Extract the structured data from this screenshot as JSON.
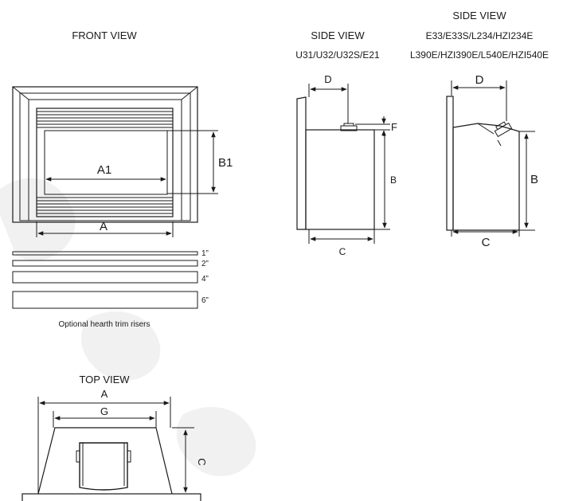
{
  "views": {
    "front": {
      "title": "FRONT VIEW",
      "label_a1": "A1",
      "label_b1": "B1",
      "label_a": "A"
    },
    "side_small": {
      "title": "SIDE VIEW",
      "models": "U31/U32/U32S/E21",
      "label_d": "D",
      "label_f": "F",
      "label_b": "B",
      "label_c": "C"
    },
    "side_large": {
      "title": "SIDE VIEW",
      "models_1": "E33/E33S/L234/HZI234E",
      "models_2": "L390E/HZI390E/L540E/HZI540E",
      "label_d": "D",
      "label_b": "B",
      "label_c": "C"
    },
    "top": {
      "title": "TOP VIEW",
      "label_a": "A",
      "label_g": "G",
      "label_c": "C"
    }
  },
  "risers": {
    "caption": "Optional hearth trim risers",
    "sizes": [
      "1”",
      "2”",
      "4”",
      "6”"
    ]
  },
  "colors": {
    "line": "#1a1a1a",
    "watermark": "#e9e9e9"
  }
}
